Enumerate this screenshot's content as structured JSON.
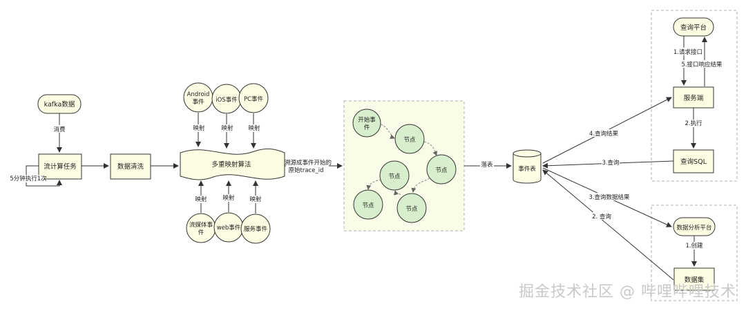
{
  "nodes": {
    "kafka": "kafka数据",
    "stream_task": "流计算任务",
    "data_clean": "数据清洗",
    "multi_map": "多重映射算法",
    "android": [
      "Android",
      "事件"
    ],
    "ios": "iOS事件",
    "pc": "PC事件",
    "media": [
      "流媒体事",
      "件"
    ],
    "web": "web事件",
    "service_event": "服务事件",
    "start_event": [
      "开始事",
      "件"
    ],
    "node1": "节点",
    "node2": "节点",
    "node3": "节点",
    "node4": "节点",
    "node5": "节点",
    "event_table": "事件表",
    "query_platform": "查询平台",
    "server": "服务端",
    "query_sql": "查询SQL",
    "analysis_platform": "数据分析平台",
    "dataset": "数据集"
  },
  "edges": {
    "consume": "消费",
    "every5min": "5分钟执行1次",
    "map_top1": "映射",
    "map_top2": "映射",
    "map_top3": "映射",
    "map_bot1": "映射",
    "map_bot2": "映射",
    "map_bot3": "映射",
    "trace": [
      "溯源成事件开始的",
      "原始trace_id"
    ],
    "store": "落表",
    "req": "1.请求接口",
    "resp": "5.接口响应结果",
    "exec": "2.执行",
    "query3": "3.查询",
    "query_result4": "4.查询结果",
    "data_result3": "3.查询数据结果",
    "query2": "2. 查询",
    "create1": "1.创建"
  },
  "watermark": "掘金技术社区 @ 哔哩哔哩技术"
}
